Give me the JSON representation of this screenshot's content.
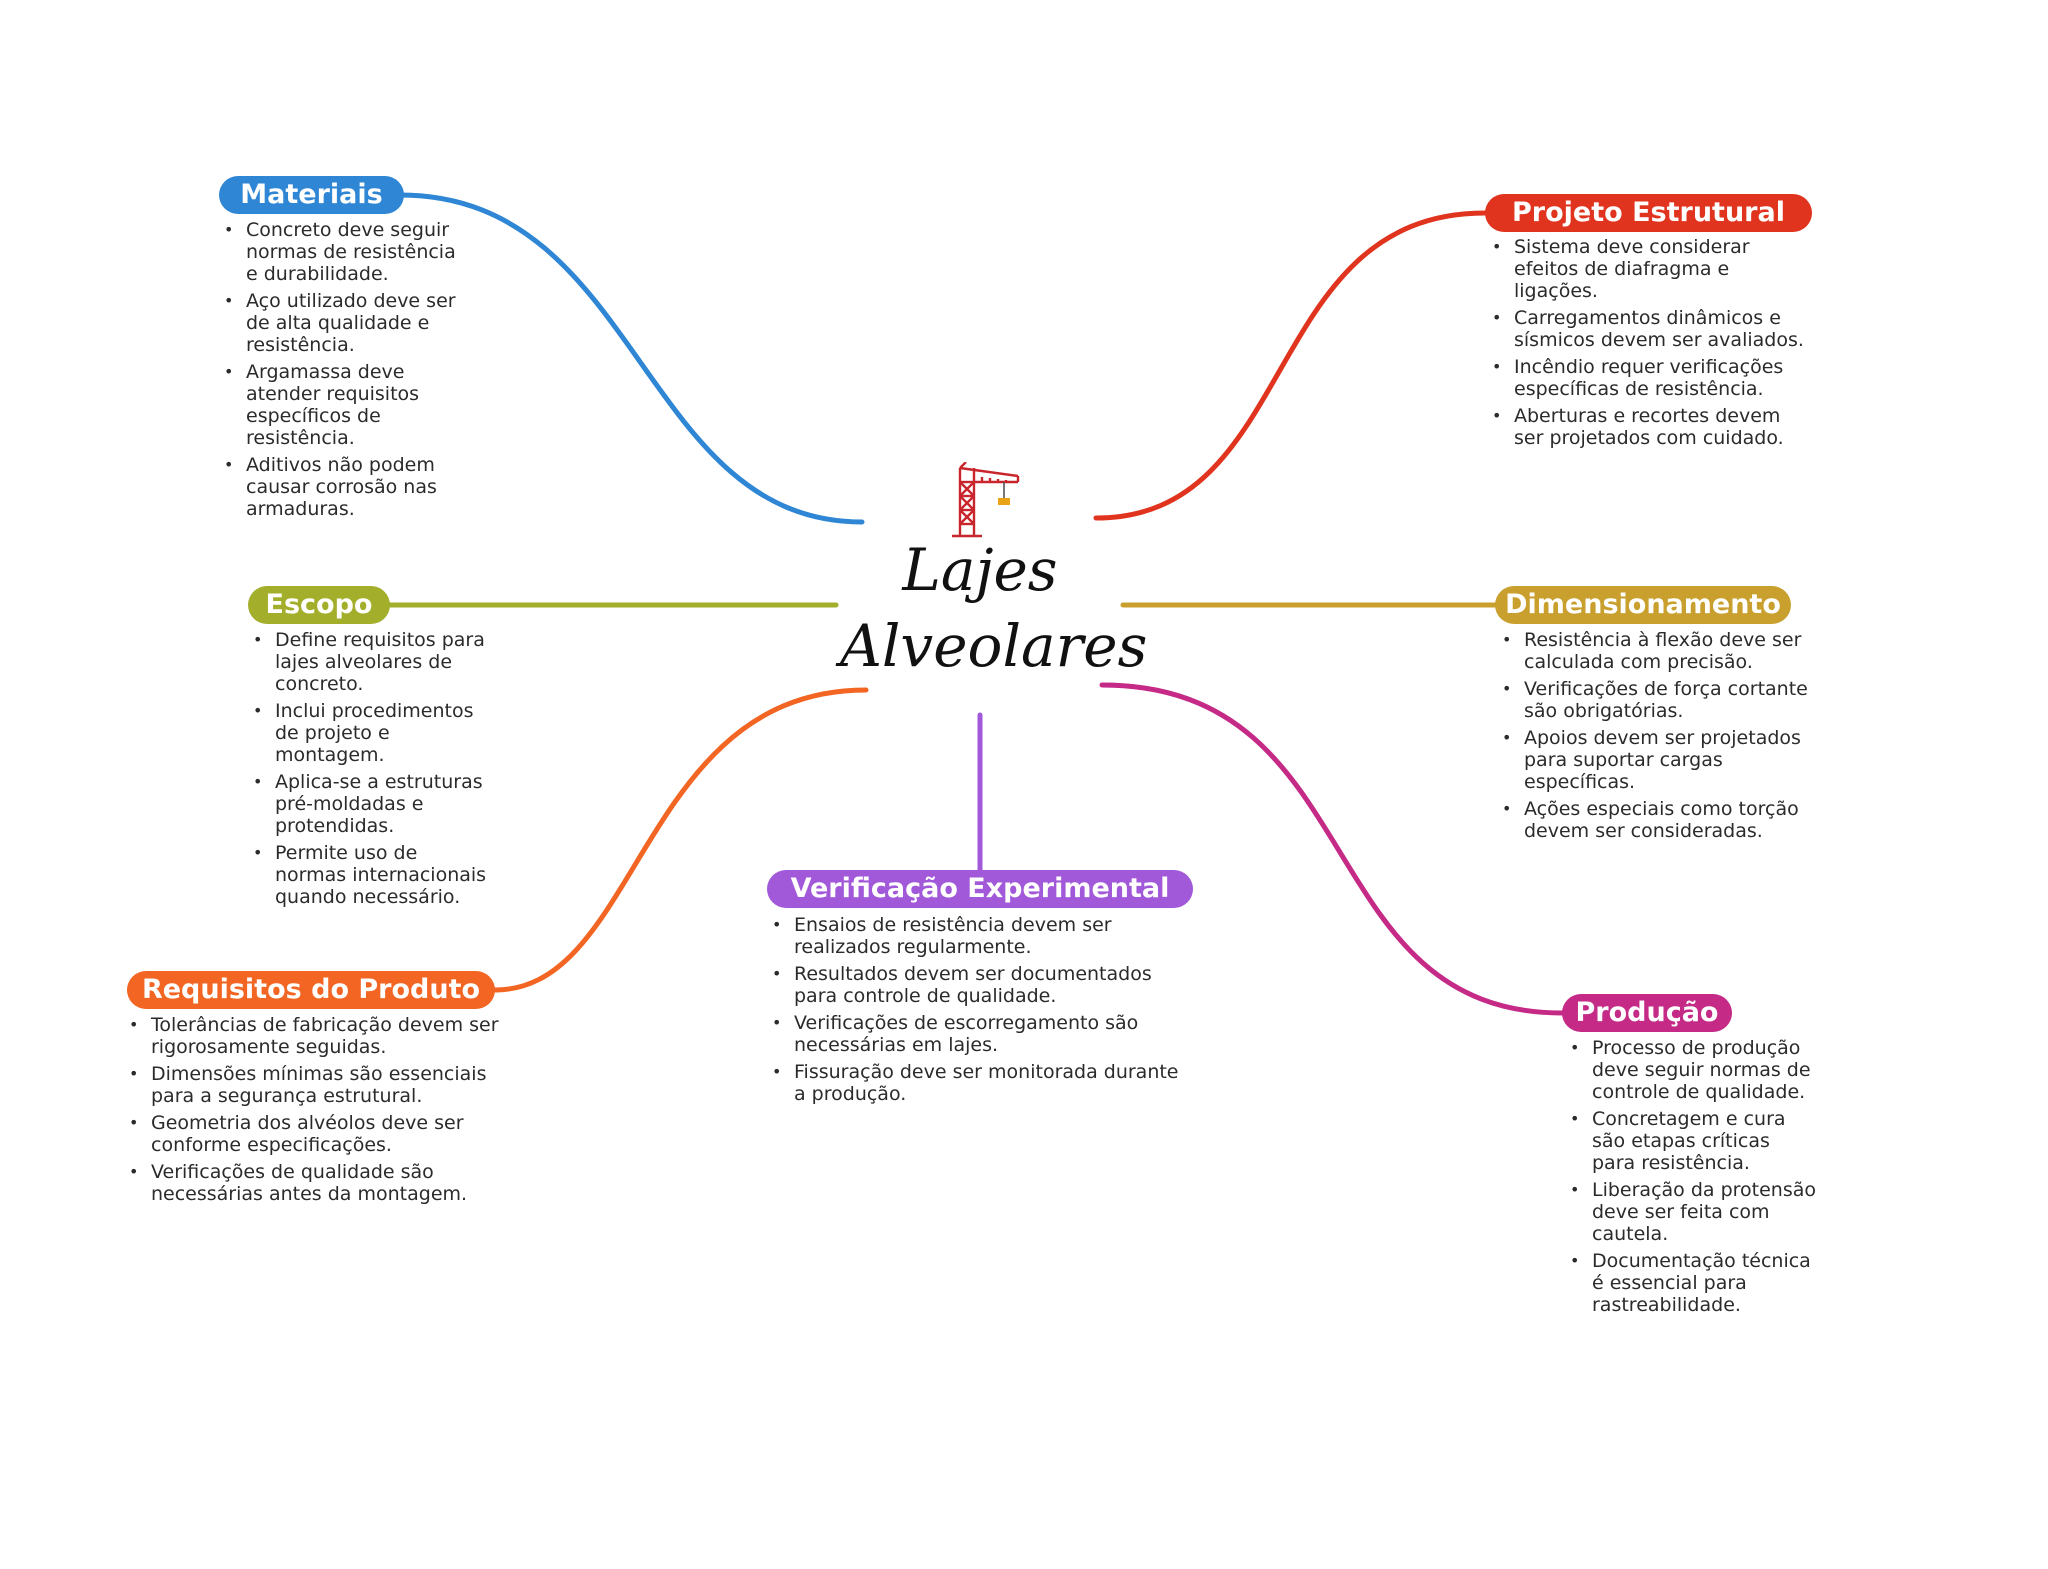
{
  "center": {
    "title_line1": "Lajes",
    "title_line2": "Alveolares",
    "icon": "crane-icon"
  },
  "branches": [
    {
      "id": "materiais",
      "title": "Materiais",
      "color": "#2E86D4",
      "items": [
        "Concreto deve seguir normas de resistência e durabilidade.",
        "Aço utilizado deve ser de alta qualidade e resistência.",
        "Argamassa deve atender requisitos específicos de resistência.",
        "Aditivos não podem causar corrosão nas armaduras."
      ]
    },
    {
      "id": "escopo",
      "title": "Escopo",
      "color": "#A3AE2A",
      "items": [
        "Define requisitos para lajes alveolares de concreto.",
        "Inclui procedimentos de projeto e montagem.",
        "Aplica-se a estruturas pré-moldadas e protendidas.",
        "Permite uso de normas internacionais quando necessário."
      ]
    },
    {
      "id": "requisitos",
      "title": "Requisitos do Produto",
      "color": "#F26522",
      "items": [
        "Tolerâncias de fabricação devem ser rigorosamente seguidas.",
        "Dimensões mínimas são essenciais para a segurança estrutural.",
        "Geometria dos alvéolos deve ser conforme especificações.",
        "Verificações de qualidade são necessárias antes da montagem."
      ]
    },
    {
      "id": "verificacao",
      "title": "Verificação Experimental",
      "color": "#A259D9",
      "items": [
        "Ensaios de resistência devem ser realizados regularmente.",
        "Resultados devem ser documentados para controle de qualidade.",
        "Verificações de escorregamento são necessárias em lajes.",
        "Fissuração deve ser monitorada durante a produção."
      ]
    },
    {
      "id": "projeto",
      "title": "Projeto Estrutural",
      "color": "#E0341E",
      "items": [
        "Sistema deve considerar efeitos de diafragma e ligações.",
        "Carregamentos dinâmicos e sísmicos devem ser avaliados.",
        "Incêndio requer verificações específicas de resistência.",
        "Aberturas e recortes devem ser projetados com cuidado."
      ]
    },
    {
      "id": "dimensionamento",
      "title": "Dimensionamento",
      "color": "#C9A02E",
      "items": [
        "Resistência à flexão deve ser calculada com precisão.",
        "Verificações de força cortante são obrigatórias.",
        "Apoios devem ser projetados para suportar cargas específicas.",
        "Ações especiais como torção devem ser consideradas."
      ]
    },
    {
      "id": "producao",
      "title": "Produção",
      "color": "#C42A86",
      "items": [
        "Processo de produção deve seguir normas de controle de qualidade.",
        "Concretagem e cura são etapas críticas para resistência.",
        "Liberação da protensão deve ser feita com cautela.",
        "Documentação técnica é essencial para rastreabilidade."
      ]
    }
  ]
}
